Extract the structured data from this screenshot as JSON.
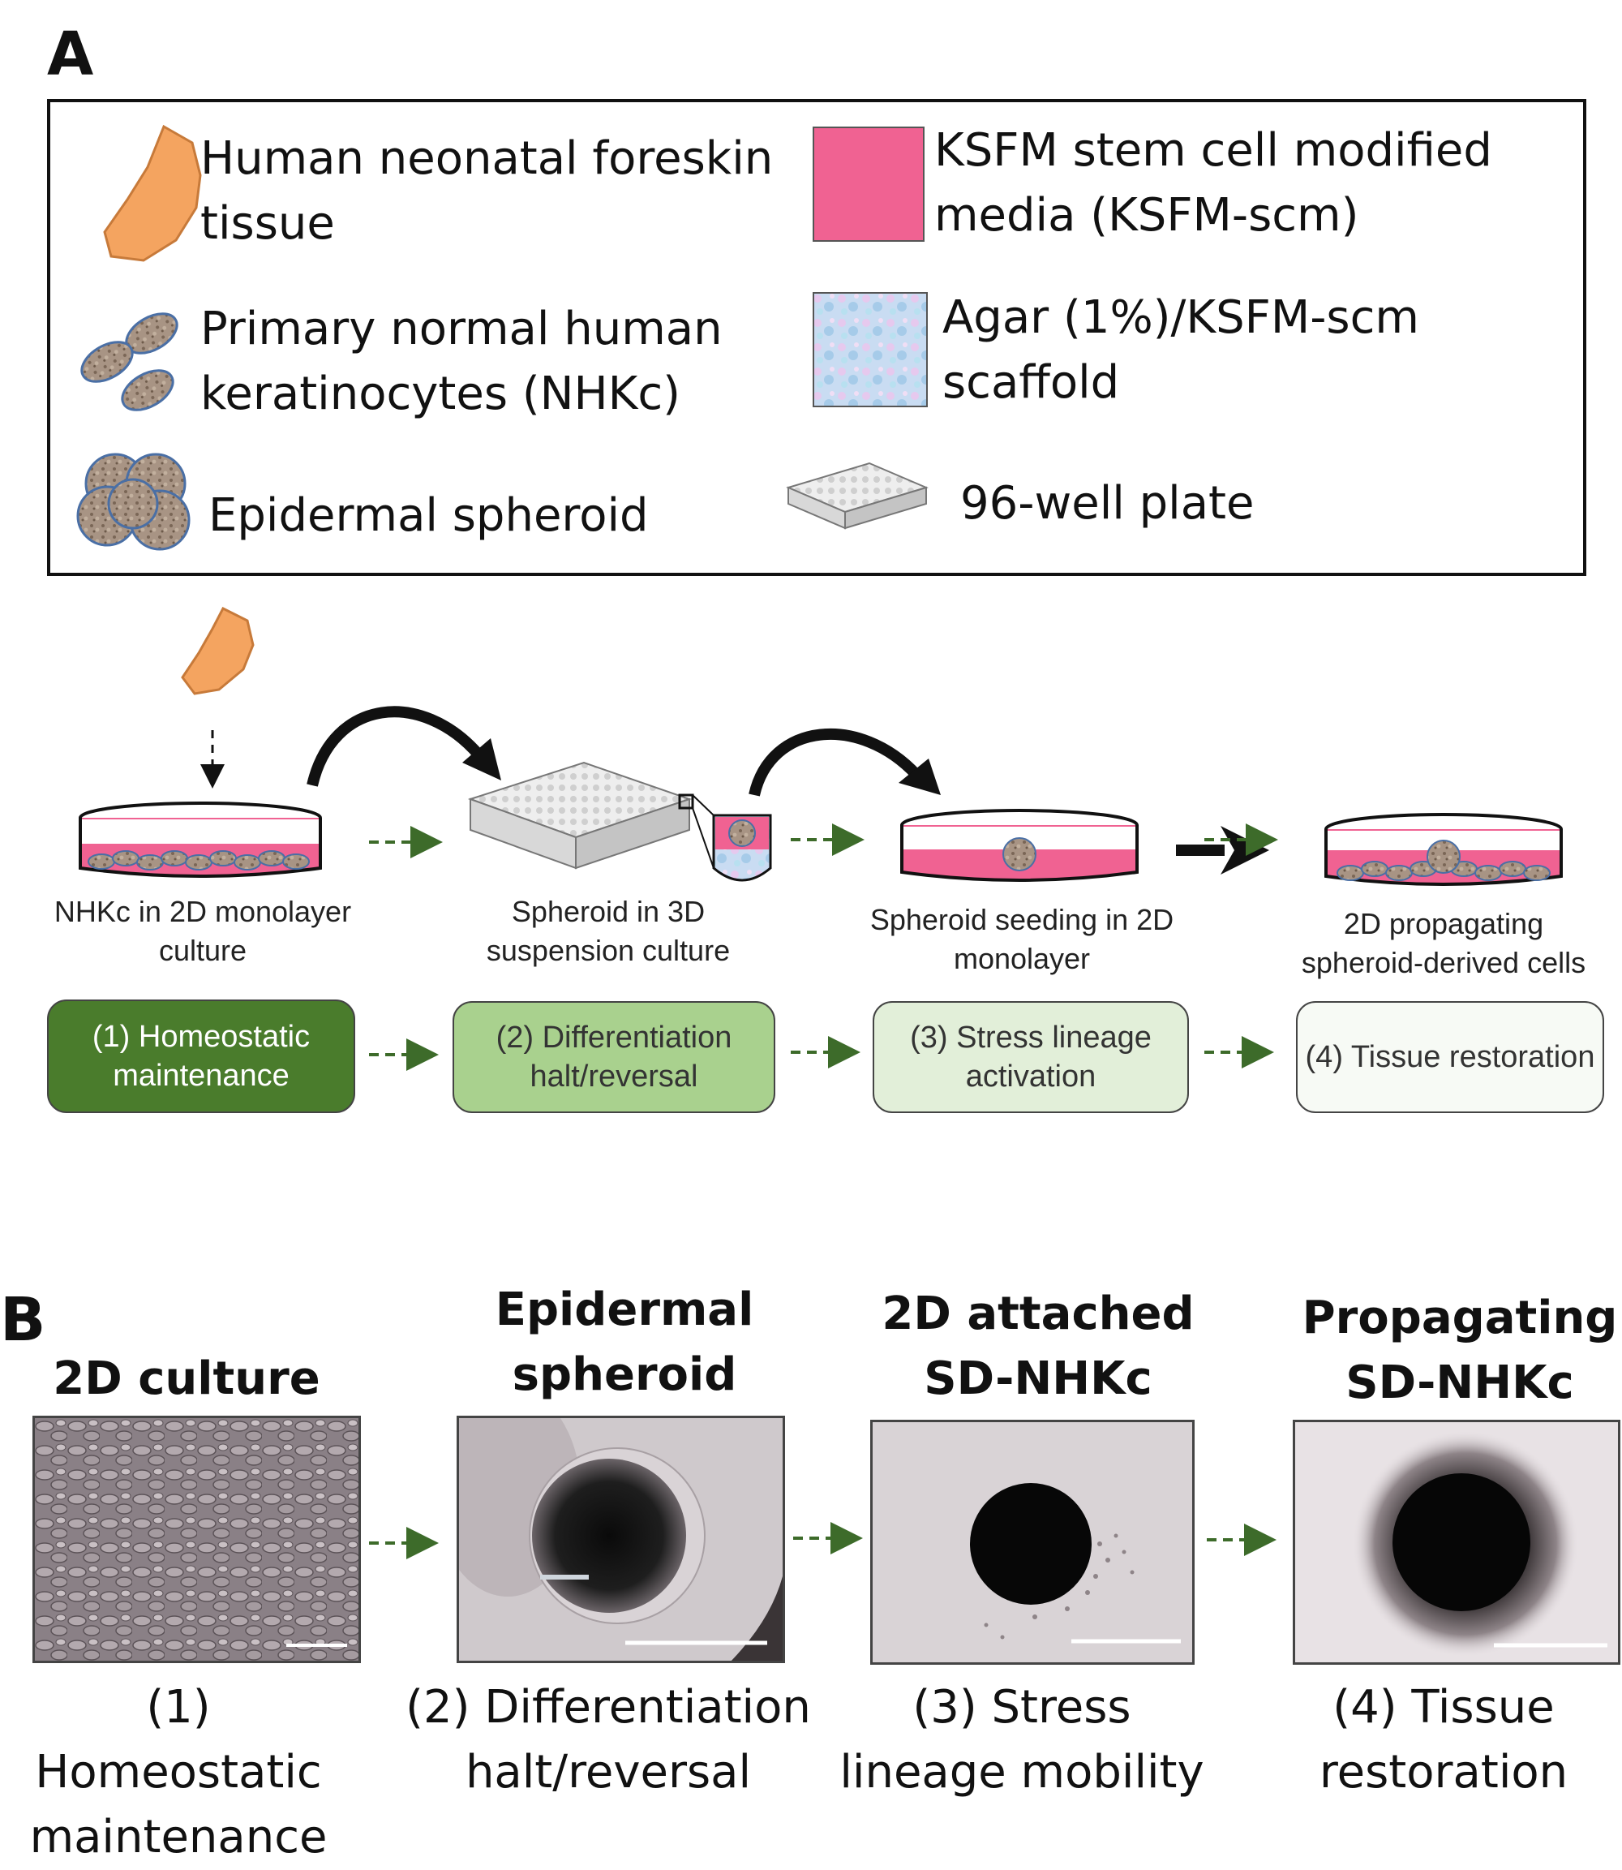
{
  "panel_a": {
    "label": "A",
    "legend": {
      "foreskin": "Human neonatal foreskin tissue",
      "nhkc": "Primary normal human keratinocytes (NHKc)",
      "spheroid": "Epidermal spheroid",
      "media": "KSFM stem cell modified media (KSFM-scm)",
      "agar": "Agar (1%)/KSFM-scm scaffold",
      "plate": "96-well plate"
    },
    "captions": {
      "c1": "NHKc in 2D monolayer culture",
      "c2": "Spheroid in 3D suspension culture",
      "c3": "Spheroid seeding in 2D monolayer",
      "c4": "2D propagating spheroid-derived cells"
    },
    "stages": [
      {
        "label": "(1) Homeostatic maintenance",
        "fill": "#4a7c2c",
        "text_color": "#ffffff"
      },
      {
        "label": "(2) Differentiation halt/reversal",
        "fill": "#a9d18e",
        "text_color": "#333333"
      },
      {
        "label": "(3) Stress lineage activation",
        "fill": "#e2efd9",
        "text_color": "#333333"
      },
      {
        "label": "(4) Tissue restoration",
        "fill": "#f7faf5",
        "text_color": "#333333"
      }
    ]
  },
  "panel_b": {
    "label": "B",
    "titles": {
      "t1": "2D culture",
      "t2": "Epidermal spheroid",
      "t3": "2D attached SD-NHKc",
      "t4": "Propagating SD-NHKc"
    },
    "captions": {
      "c1": "(1) Homeostatic maintenance",
      "c2": "(2) Differentiation halt/reversal",
      "c3": "(3) Stress lineage mobility",
      "c4": "(4) Tissue restoration"
    }
  },
  "colors": {
    "tissue": "#f4a460",
    "media": "#f06292",
    "arrow_green": "#3d6b2a",
    "cell": "#a8927a",
    "cell_border": "#4a6fa5"
  }
}
